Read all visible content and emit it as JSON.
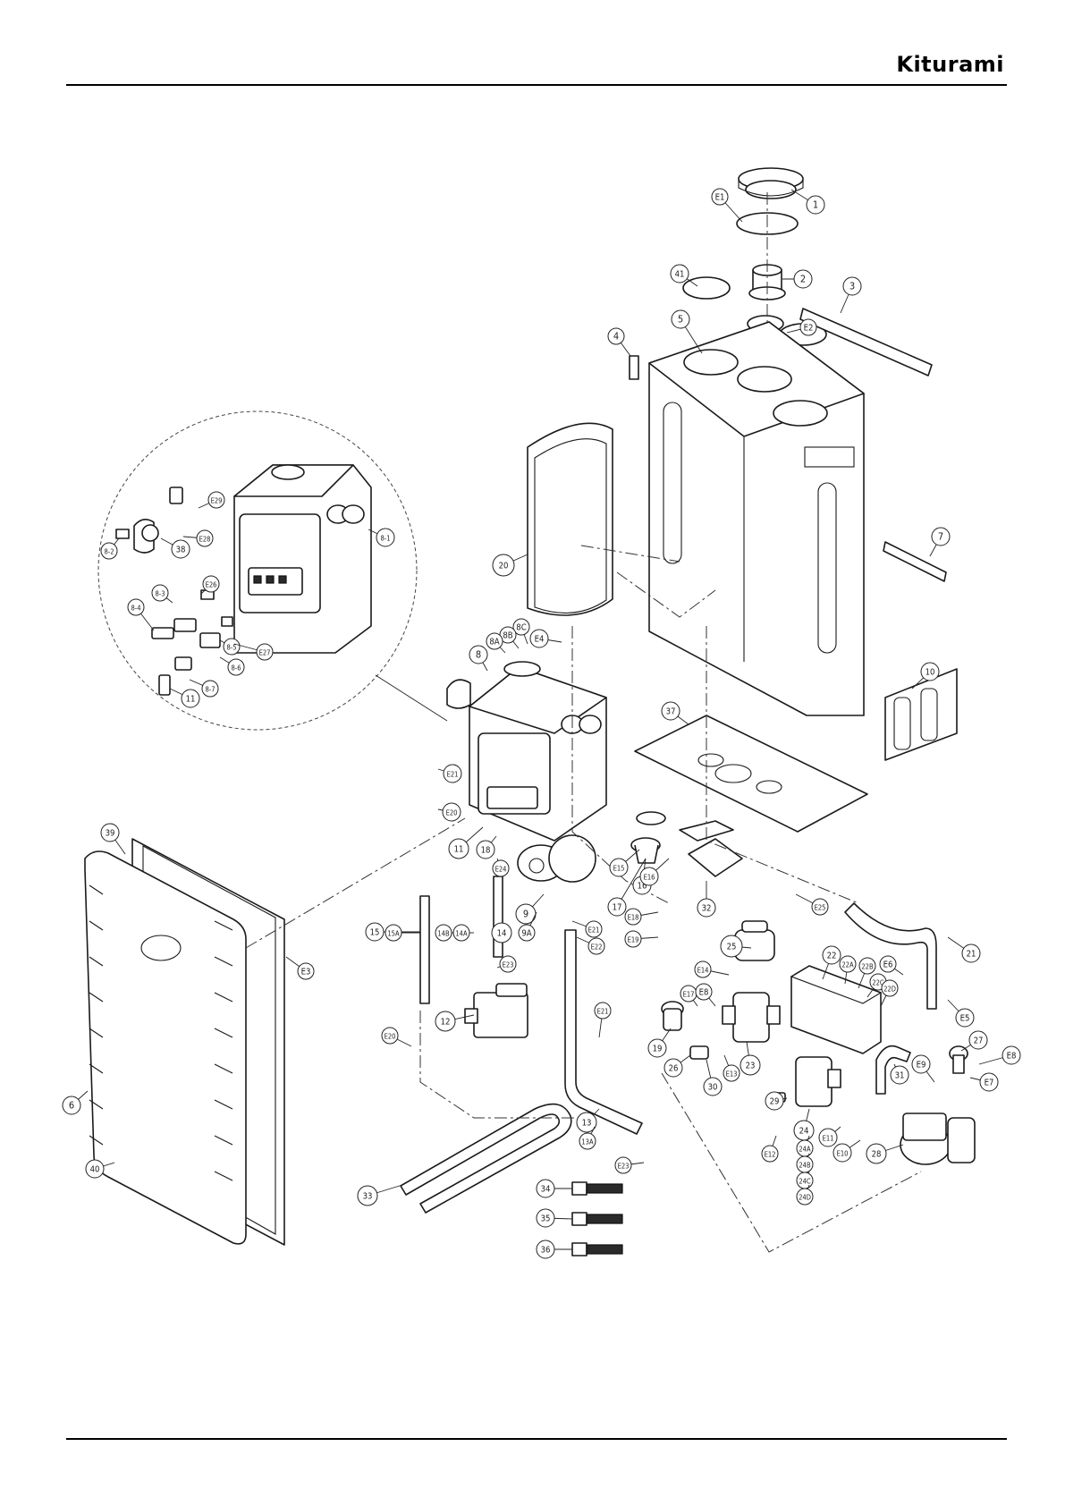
{
  "header": {
    "brand": "Kiturami"
  },
  "callouts": [
    {
      "label": "1"
    },
    {
      "label": "E1"
    },
    {
      "label": "2"
    },
    {
      "label": "41"
    },
    {
      "label": "E2"
    },
    {
      "label": "3"
    },
    {
      "label": "5"
    },
    {
      "label": "4"
    },
    {
      "label": "20"
    },
    {
      "label": "7"
    },
    {
      "label": "E4"
    },
    {
      "label": "8C"
    },
    {
      "label": "8B"
    },
    {
      "label": "8A"
    },
    {
      "label": "8"
    },
    {
      "label": "10"
    },
    {
      "label": "37"
    },
    {
      "label": "E21"
    },
    {
      "label": "E20"
    },
    {
      "label": "11"
    },
    {
      "label": "18"
    },
    {
      "label": "E24"
    },
    {
      "label": "E15"
    },
    {
      "label": "16"
    },
    {
      "label": "E16"
    },
    {
      "label": "17"
    },
    {
      "label": "32"
    },
    {
      "label": "E25"
    },
    {
      "label": "E18"
    },
    {
      "label": "E19"
    },
    {
      "label": "9"
    },
    {
      "label": "9A"
    },
    {
      "label": "E21"
    },
    {
      "label": "E22"
    },
    {
      "label": "21"
    },
    {
      "label": "15"
    },
    {
      "label": "15A"
    },
    {
      "label": "14B"
    },
    {
      "label": "14A"
    },
    {
      "label": "14"
    },
    {
      "label": "E23"
    },
    {
      "label": "25"
    },
    {
      "label": "22"
    },
    {
      "label": "22A"
    },
    {
      "label": "22B"
    },
    {
      "label": "22C"
    },
    {
      "label": "22D"
    },
    {
      "label": "E6"
    },
    {
      "label": "E14"
    },
    {
      "label": "E17"
    },
    {
      "label": "E8"
    },
    {
      "label": "E5"
    },
    {
      "label": "E21"
    },
    {
      "label": "12"
    },
    {
      "label": "E20"
    },
    {
      "label": "19"
    },
    {
      "label": "23"
    },
    {
      "label": "26"
    },
    {
      "label": "E13"
    },
    {
      "label": "30"
    },
    {
      "label": "31"
    },
    {
      "label": "27"
    },
    {
      "label": "E8"
    },
    {
      "label": "E7"
    },
    {
      "label": "E9"
    },
    {
      "label": "29"
    },
    {
      "label": "13"
    },
    {
      "label": "13A"
    },
    {
      "label": "24"
    },
    {
      "label": "24A"
    },
    {
      "label": "24B"
    },
    {
      "label": "24C"
    },
    {
      "label": "24D"
    },
    {
      "label": "E11"
    },
    {
      "label": "E10"
    },
    {
      "label": "28"
    },
    {
      "label": "E12"
    },
    {
      "label": "E23"
    },
    {
      "label": "33"
    },
    {
      "label": "34"
    },
    {
      "label": "35"
    },
    {
      "label": "36"
    },
    {
      "label": "39"
    },
    {
      "label": "E3"
    },
    {
      "label": "6"
    },
    {
      "label": "40"
    },
    {
      "label": "E29"
    },
    {
      "label": "E28"
    },
    {
      "label": "8-2"
    },
    {
      "label": "38"
    },
    {
      "label": "8-1"
    },
    {
      "label": "E26"
    },
    {
      "label": "8-3"
    },
    {
      "label": "8-4"
    },
    {
      "label": "8-5"
    },
    {
      "label": "E27"
    },
    {
      "label": "8-6"
    },
    {
      "label": "8-7"
    },
    {
      "label": "11"
    }
  ]
}
